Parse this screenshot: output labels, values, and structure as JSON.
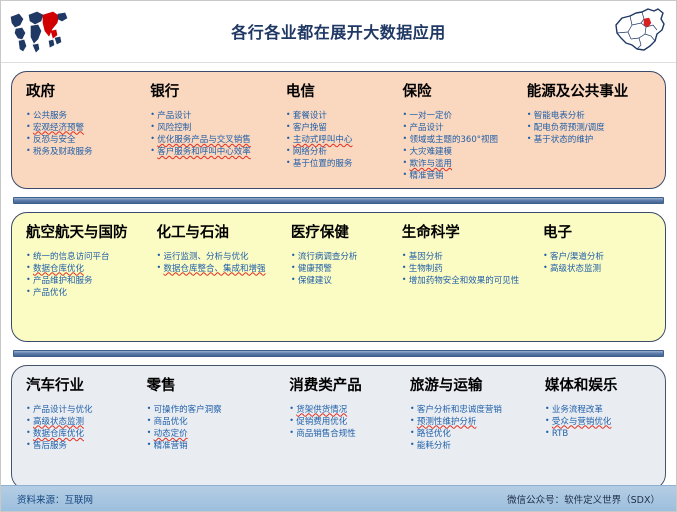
{
  "header": {
    "title": "各行各业都在展开大数据应用",
    "left_icon": "world-map-icon",
    "right_icon": "china-map-icon"
  },
  "colors": {
    "title": "#1f3864",
    "band_orange": "#fad7bf",
    "band_yellow": "#fbfbc4",
    "band_blue": "#e9edf2",
    "bullet_text": "#1f5fa8",
    "divider": "#5f7fae",
    "footer": "#9dbfdd"
  },
  "bands": [
    {
      "id": "band-orange",
      "columns": [
        {
          "title": "政府",
          "items": [
            {
              "text": "公共服务",
              "underline": false,
              "bold": false
            },
            {
              "text": "宏观经济预警",
              "underline": true,
              "bold": false
            },
            {
              "text": "反恐与安全",
              "underline": false,
              "bold": false
            },
            {
              "text": "税务及财政服务",
              "underline": false,
              "bold": false
            }
          ]
        },
        {
          "title": "银行",
          "items": [
            {
              "text": "产品设计",
              "underline": false,
              "bold": false
            },
            {
              "text": "风险控制",
              "underline": false,
              "bold": false
            },
            {
              "text": "优化服务产品与交叉销售",
              "underline": true,
              "bold": false
            },
            {
              "text": "客户服务和呼叫中心效率",
              "underline": true,
              "bold": false
            }
          ]
        },
        {
          "title": "电信",
          "items": [
            {
              "text": "套餐设计",
              "underline": false,
              "bold": false
            },
            {
              "text": "客户挽留",
              "underline": false,
              "bold": false
            },
            {
              "text": "主动式呼叫中心",
              "underline": true,
              "bold": false
            },
            {
              "text": "网络分析",
              "underline": false,
              "bold": false
            },
            {
              "text": "基于位置的服务",
              "underline": false,
              "bold": false
            }
          ]
        },
        {
          "title": "保险",
          "items": [
            {
              "text": "一对一定价",
              "underline": false,
              "bold": false
            },
            {
              "text": "产品设计",
              "underline": false,
              "bold": false
            },
            {
              "text": "领域或主题的360°视图",
              "underline": false,
              "bold": false
            },
            {
              "text": "大灾难建模",
              "underline": false,
              "bold": false
            },
            {
              "text": "欺诈与滥用",
              "underline": true,
              "bold": false
            },
            {
              "text": "精准营销",
              "underline": false,
              "bold": false
            }
          ]
        },
        {
          "title": "能源及公共事业",
          "items": [
            {
              "text": "智能电表分析",
              "underline": false,
              "bold": false
            },
            {
              "text": "配电负荷预测/调度",
              "underline": false,
              "bold": false
            },
            {
              "text": "基于状态的维护",
              "underline": false,
              "bold": false
            }
          ]
        }
      ]
    },
    {
      "id": "band-yellow",
      "columns": [
        {
          "title": "航空航天与国防",
          "items": [
            {
              "text": "统一的信息访问平台",
              "underline": false,
              "bold": false
            },
            {
              "text": "数据仓库优化",
              "underline": true,
              "bold": false
            },
            {
              "text": "产品维护和服务",
              "underline": false,
              "bold": false
            },
            {
              "text": "产品优化",
              "underline": false,
              "bold": false
            }
          ]
        },
        {
          "title": "化工与石油",
          "items": [
            {
              "text": "运行监测、分析与优化",
              "underline": false,
              "bold": false
            },
            {
              "text": "数据仓库整合、集成和增强",
              "underline": true,
              "bold": false
            }
          ]
        },
        {
          "title": "医疗保健",
          "items": [
            {
              "text": "流行病调查分析",
              "underline": false,
              "bold": false
            },
            {
              "text": "健康预警",
              "underline": false,
              "bold": false
            },
            {
              "text": "保健建议",
              "underline": false,
              "bold": false
            }
          ]
        },
        {
          "title": "生命科学",
          "items": [
            {
              "text": "基因分析",
              "underline": false,
              "bold": false
            },
            {
              "text": "生物制药",
              "underline": false,
              "bold": false
            },
            {
              "text": "增加药物安全和效果的可见性",
              "underline": false,
              "bold": false
            }
          ]
        },
        {
          "title": "电子",
          "items": [
            {
              "text": "客户/渠道分析",
              "underline": false,
              "bold": false
            },
            {
              "text": "高级状态监测",
              "underline": false,
              "bold": false
            }
          ]
        }
      ]
    },
    {
      "id": "band-blue",
      "columns": [
        {
          "title": "汽车行业",
          "items": [
            {
              "text": "产品设计与优化",
              "underline": false,
              "bold": false
            },
            {
              "text": "高级状态监测",
              "underline": true,
              "bold": false
            },
            {
              "text": "数据仓库优化",
              "underline": true,
              "bold": false
            },
            {
              "text": "售后服务",
              "underline": false,
              "bold": false
            }
          ]
        },
        {
          "title": "零售",
          "items": [
            {
              "text": "可操作的客户洞察",
              "underline": false,
              "bold": false
            },
            {
              "text": "商品优化",
              "underline": false,
              "bold": false
            },
            {
              "text": "动态定价",
              "underline": true,
              "bold": false
            },
            {
              "text": "精准营销",
              "underline": false,
              "bold": false
            }
          ]
        },
        {
          "title": "消费类产品",
          "items": [
            {
              "text": "货架供货情况",
              "underline": true,
              "bold": false
            },
            {
              "text": "促销费用优化",
              "underline": false,
              "bold": false
            },
            {
              "text": "商品销售合规性",
              "underline": false,
              "bold": false
            }
          ]
        },
        {
          "title": "旅游与运输",
          "items": [
            {
              "text": "客户分析和忠诚度营销",
              "underline": false,
              "bold": false
            },
            {
              "text": "预测性维护分析",
              "underline": true,
              "bold": false
            },
            {
              "text": "路径优化",
              "underline": false,
              "bold": false
            },
            {
              "text": "能耗分析",
              "underline": false,
              "bold": false
            }
          ]
        },
        {
          "title": "媒体和娱乐",
          "items": [
            {
              "text": "业务流程改革",
              "underline": false,
              "bold": false
            },
            {
              "text": "受众与营销优化",
              "underline": true,
              "bold": false
            },
            {
              "text": "RTB",
              "underline": false,
              "bold": false
            }
          ]
        }
      ]
    }
  ],
  "footer": {
    "source": "资料来源：互联网",
    "account": "微信公众号：软件定义世界（SDX）"
  }
}
